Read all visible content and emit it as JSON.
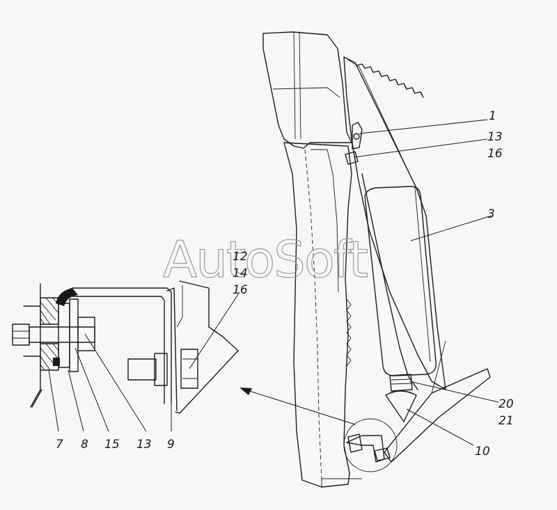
{
  "watermark": "AutoSoft",
  "callouts": {
    "c1": "1",
    "c13a": "13",
    "c16a": "16",
    "c3": "3",
    "c12": "12",
    "c14": "14",
    "c16b": "16",
    "c20": "20",
    "c21": "21",
    "c10": "10",
    "c7": "7",
    "c8": "8",
    "c15": "15",
    "c13b": "13",
    "c9": "9"
  }
}
